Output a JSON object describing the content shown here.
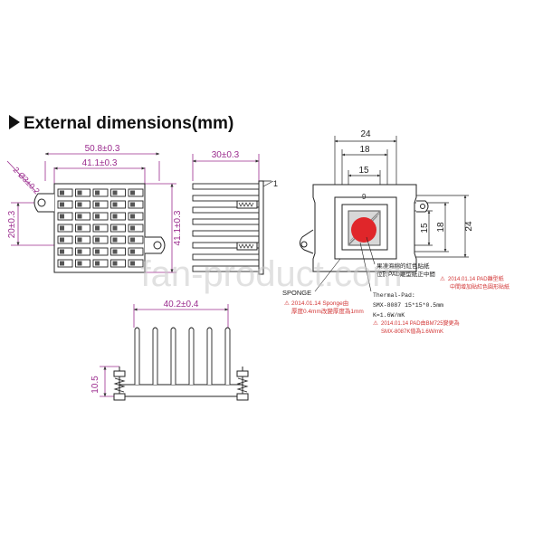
{
  "heading": "External dimensions(mm)",
  "watermark": "fan-product.com",
  "colors": {
    "line": "#222222",
    "dim": "#9b2c8e",
    "red": "#e0262a",
    "note": "#d23434",
    "water": "#c8c8c8"
  },
  "front_view": {
    "width_overall": "50.8±0.3",
    "width_body": "41.1±0.3",
    "height_body": "41.1±0.3",
    "hole_pitch": "20±0.3",
    "hole_dia": "2-Ø3±0.2"
  },
  "side_view": {
    "width": "30±0.3",
    "callout": "1"
  },
  "bottom_view": {
    "fin_span": "40.2±0.4",
    "height": "10.5"
  },
  "pad_view": {
    "outer": "24",
    "pad": "18",
    "inner": "15",
    "v15": "15",
    "v18": "18",
    "v24": "24",
    "pad_mark": "9"
  },
  "notes": {
    "sponge_label": "SPONGE",
    "sponge_rev": "2014.01.14 Sponge由",
    "sponge_rev2": "厚度0.4mm改變厚度為1mm",
    "red_sticker_1": "果凍海綿的紅色貼紙",
    "red_sticker_2": "位於PAD離型紙正中間",
    "pad_rev_1": "2014.01.14 PAD離型紙",
    "pad_rev_2": "中間增加貼紅色圓形貼紙",
    "thermal_1": "Thermal-Pad:",
    "thermal_2": "SMX-8087 15*15*0.5mm",
    "thermal_3": "K=1.6W/mK",
    "thermal_rev_1": "2014.01.14 PAD由BM725變更為",
    "thermal_rev_2": "SMX-8087K值為1.6W/mK"
  }
}
